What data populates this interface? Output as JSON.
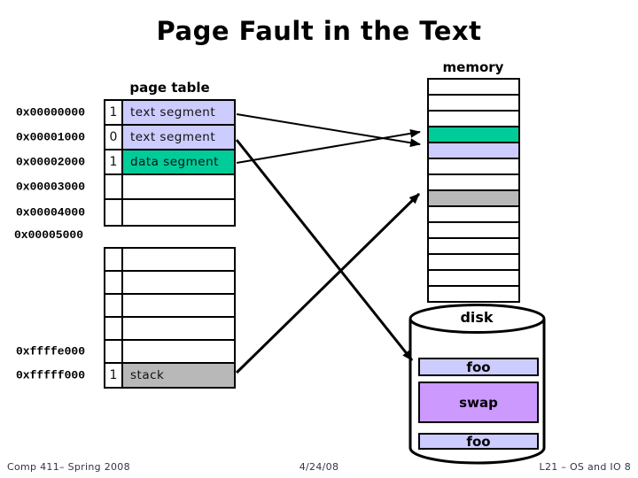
{
  "title": "Page Fault in the Text",
  "labels": {
    "page_table": "page table",
    "memory": "memory",
    "disk": "disk"
  },
  "colors": {
    "lavender": "#CCCCFF",
    "teal": "#00CC99",
    "gray": "#B8B8B8",
    "purple": "#CC99FF",
    "border": "#000000",
    "footer_text": "#33334C"
  },
  "page_table": {
    "block1": [
      {
        "addr": "0x00000000",
        "valid": "1",
        "content": "text segment",
        "fill": "lavender"
      },
      {
        "addr": "0x00001000",
        "valid": "0",
        "content": "text segment",
        "fill": "lavender"
      },
      {
        "addr": "0x00002000",
        "valid": "1",
        "content": "data segment",
        "fill": "teal"
      },
      {
        "addr": "0x00003000",
        "valid": "",
        "content": "",
        "fill": "none"
      },
      {
        "addr": "0x00004000",
        "valid": "",
        "content": "",
        "fill": "none"
      }
    ],
    "gap_label": "0x00005000",
    "block2": [
      {
        "addr": "",
        "valid": "",
        "content": "",
        "fill": "none"
      },
      {
        "addr": "",
        "valid": "",
        "content": "",
        "fill": "none"
      },
      {
        "addr": "",
        "valid": "",
        "content": "",
        "fill": "none"
      },
      {
        "addr": "",
        "valid": "",
        "content": "",
        "fill": "none"
      },
      {
        "addr": "0xffffe000",
        "valid": "",
        "content": "",
        "fill": "none"
      },
      {
        "addr": "0xfffff000",
        "valid": "1",
        "content": "stack",
        "fill": "gray"
      }
    ]
  },
  "memory": {
    "rows": [
      "none",
      "none",
      "none",
      "teal",
      "lavender",
      "none",
      "none",
      "gray",
      "none",
      "none",
      "none",
      "none",
      "none",
      "none"
    ]
  },
  "disk": {
    "items": [
      {
        "label": "foo",
        "fill": "lavender"
      },
      {
        "label": "swap",
        "fill": "purple"
      },
      {
        "label": "foo",
        "fill": "lavender"
      }
    ]
  },
  "arrows": [
    {
      "from": "page-table-entry-0x00000000",
      "to": "memory-frame-lavender"
    },
    {
      "from": "page-table-entry-0x00002000",
      "to": "memory-frame-teal"
    },
    {
      "from": "page-table-entry-0x00001000",
      "to": "disk-foo"
    },
    {
      "from": "page-table-entry-0xfffff000",
      "to": "memory-frame-gray"
    }
  ],
  "footer": {
    "left": "Comp 411– Spring 2008",
    "center": "4/24/08",
    "right": "L21 – OS and IO 8"
  }
}
